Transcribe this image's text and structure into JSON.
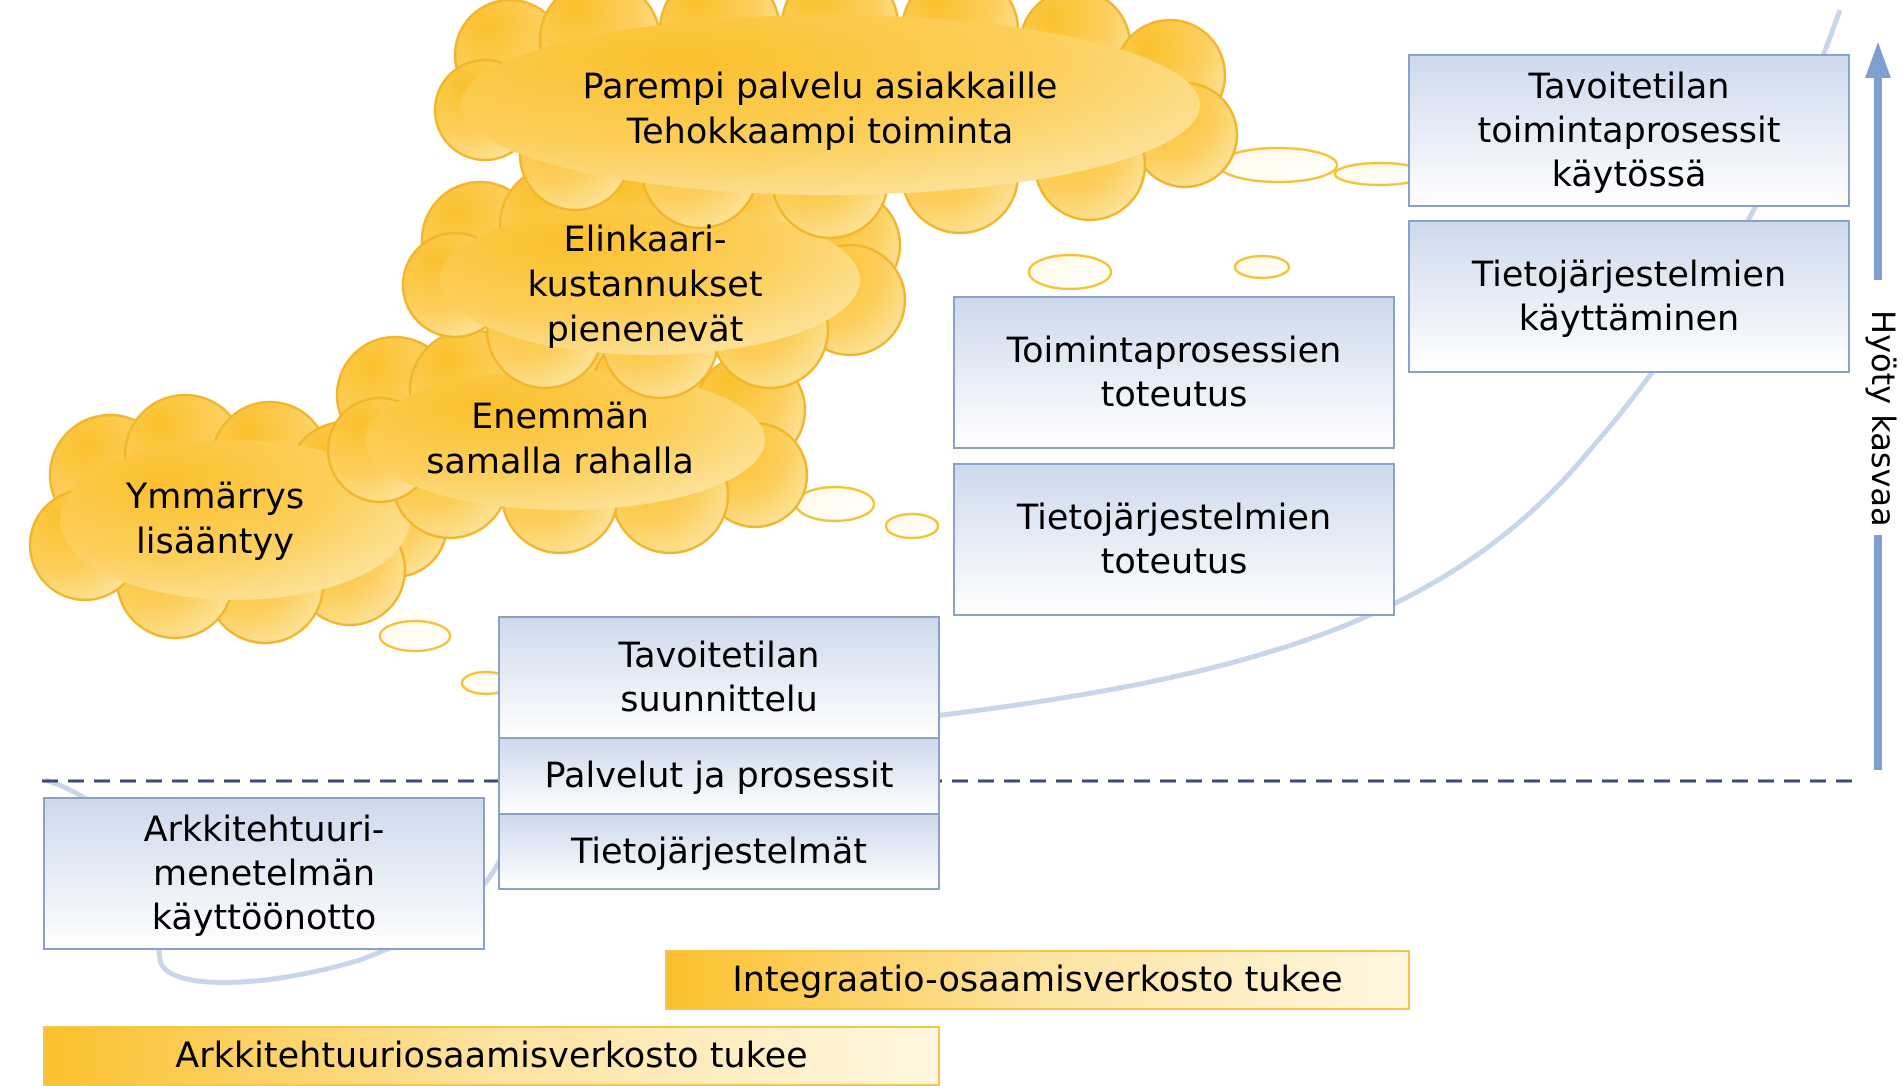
{
  "clouds": {
    "ymmarrys": "Ymmärrys\nlisääntyy",
    "enemman": "Enemmän\nsamalla rahalla",
    "elinkaari": "Elinkaari-\nkustannukset\npienenevät",
    "top": "Parempi palvelu asiakkaille\nTehokkaampi toiminta"
  },
  "boxes": {
    "arkkitehtuuri": "Arkkitehtuuri-\nmenetelmän\nkäyttöönotto",
    "tavoitetilan_suunnittelu": "Tavoitetilan\nsuunnittelu",
    "palvelut": "Palvelut ja prosessit",
    "tietojarjestelmat": "Tietojärjestelmät",
    "tj_toteutus": "Tietojärjestelmien\ntoteutus",
    "tp_toteutus": "Toimintaprosessien\ntoteutus",
    "tj_kaytto": "Tietojärjestelmien\nkäyttäminen",
    "tavoitetilan_prosessit": "Tavoitetilan\ntoimintaprosessit\nkäytössä"
  },
  "bars": {
    "integraatio": "Integraatio-osaamisverkosto tukee",
    "arkkitehtuuri": "Arkkitehtuuriosaamisverkosto tukee"
  },
  "axis_label": "Hyöty kasvaa",
  "colors": {
    "cloud_fill": "#fbc94e",
    "cloud_stroke": "#f3b62b",
    "box_border": "#8aa2c8",
    "arrow": "#7f9fce",
    "dash_line": "#3d4a7a",
    "curve": "#c8d6ea"
  }
}
